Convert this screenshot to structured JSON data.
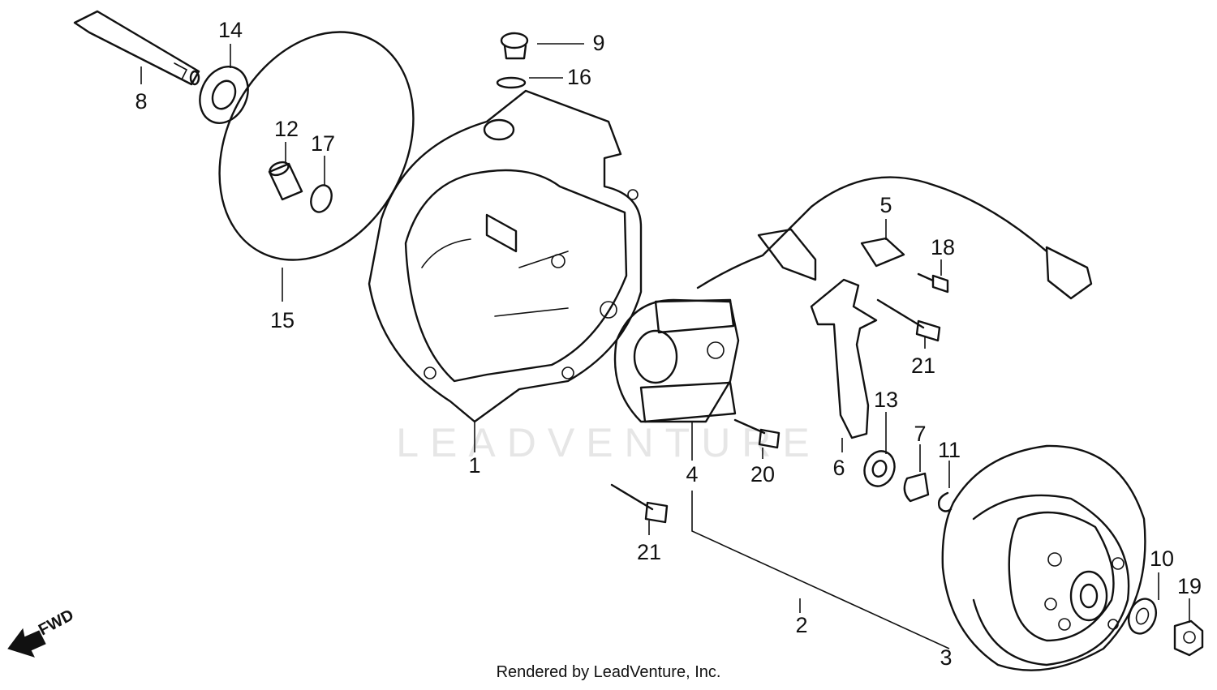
{
  "watermark": "LEADVENTURE",
  "footer": "Rendered by LeadVenture, Inc.",
  "direction_label": "FWD",
  "callouts": {
    "c1": "1",
    "c2": "2",
    "c3": "3",
    "c4": "4",
    "c5": "5",
    "c6": "6",
    "c7": "7",
    "c8": "8",
    "c9": "9",
    "c10": "10",
    "c11": "11",
    "c12": "12",
    "c13": "13",
    "c14": "14",
    "c15": "15",
    "c16": "16",
    "c17": "17",
    "c18": "18",
    "c19": "19",
    "c20": "20",
    "c21a": "21",
    "c21b": "21"
  }
}
